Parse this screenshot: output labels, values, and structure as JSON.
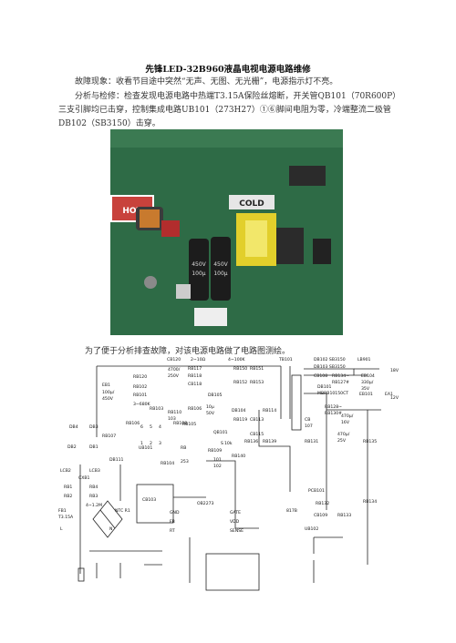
{
  "doc": {
    "title": "先锋LED-32B960液晶电视电源电路维修",
    "para1": "故障现象：收看节目途中突然“无声、无图、无光栅”，电源指示灯不亮。",
    "para2": "分析与检修：检查发现电源电路中热端T3.15A保险丝熔断，开关管QB101（70R600P）三支引脚均已击穿，控制集成电路UB101（273H27）①⑥脚间电阻为零，冷端整流二极管DB102（SB3150）击穿。",
    "caption": "为了便于分析排查故障，对该电源电路做了电路图测绘。"
  },
  "photo": {
    "hot_label": "HOT",
    "cold_label": "COLD",
    "cap1_text": "450V",
    "cap1_value": "100μ",
    "cap2_text": "450V",
    "cap2_value": "100μ"
  },
  "schematic": {
    "labels": {
      "cb120": "CB120",
      "r2": "2~10Ω",
      "r4": "4~100K",
      "tb101": "TB101",
      "db102": "DB102  SB3150",
      "db103": "DB103  SB3150",
      "lb901": "LB901",
      "v18": "18V",
      "v12": "12V",
      "eb1": "EB1",
      "eb1v": "100μ/",
      "eb1w": "450V",
      "c4700": "4700/",
      "c250v": "250V",
      "rb117": "RB117",
      "rb118": "RB118",
      "rb150": "RB150",
      "rb151": "RB151",
      "rb152": "RB152",
      "rb153": "RB153",
      "cb108": "CB108",
      "rb134": "RB134~",
      "rb127": "RB127#",
      "eb104": "EB104",
      "eb104v": "330μ/",
      "eb104w": "35V",
      "rb120": "RB120",
      "rb102": "RB102",
      "rb101": "RB101",
      "r3": "3~680K",
      "cb118": "CB118",
      "db105": "DB105",
      "db101": "DB101",
      "mbrb": "MBRB10150CT",
      "eb101": "EB101",
      "ea1": "EA1",
      "rb110": "RB110",
      "rb106": "RB106",
      "rb108": "RB108",
      "db104": "DB104",
      "rb114": "RB114",
      "rb128": "RB128~",
      "rb130": "RB130#",
      "c470": "470μ/",
      "c16v": "16V",
      "cb": "CB",
      "c107": "107",
      "c470b": "470μ/",
      "c25v": "25V",
      "r103": "103",
      "c10u": "10μ",
      "c50v": "50V",
      "db4": "DB4",
      "db3": "DB3",
      "db2": "DB2",
      "db1": "DB1",
      "rb107": "RB107",
      "rb103": "RB103",
      "qb101": "QB101",
      "ub101": "UB101",
      "rb119": "RB119",
      "cb113": "CB113",
      "cb115": "CB115",
      "rb136": "RB136",
      "rb139": "RB139",
      "rb131": "RB131",
      "rb135": "RB135",
      "db111": "DB111",
      "rb109": "RB109",
      "rb105": "RB105",
      "rb104": "RB104",
      "rb140": "RB140",
      "rb": "RB",
      "r253": "253",
      "cb101": "101",
      "cb102": "102",
      "lcb2": "LCB2",
      "lcb3": "LCB3",
      "cxb1": "CXB1",
      "rb1": "RB1",
      "rb4": "RB4",
      "rb2": "RB2",
      "rb3": "RB3",
      "r4m": "4~1.2M",
      "fb1": "FB1",
      "fuse": "T3.15A",
      "ntc": "NTC R1",
      "l": "L",
      "n": "N",
      "cb103": "CB103",
      "pcb101": "PCB101",
      "rb132": "RB132",
      "cb109": "CB109",
      "rb133": "RB133",
      "rb134b": "RB134",
      "c817": "817B",
      "ub102": "UB102",
      "ic": "OB2273",
      "gnd": "GND",
      "fb": "FB",
      "rt": "RT",
      "gate": "GATE",
      "vdd": "VDD",
      "sense": "SENSE",
      "p6": "6",
      "p5": "5",
      "p4": "4",
      "p1": "1",
      "p2": "2",
      "p3": "3",
      "s": "S",
      "k10": "10k"
    }
  }
}
